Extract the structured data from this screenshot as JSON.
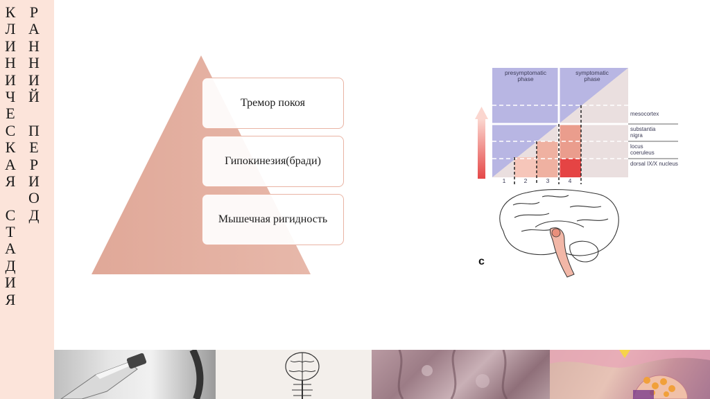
{
  "side_title": {
    "col1_letters": [
      "К",
      "Л",
      "И",
      "Н",
      "И",
      "Ч",
      "Е",
      "С",
      "К",
      "А",
      "Я",
      "",
      "С",
      "Т",
      "А",
      "Д",
      "И",
      "Я"
    ],
    "col2_letters": [
      "Р",
      "А",
      "Н",
      "Н",
      "И",
      "Й",
      "",
      "П",
      "Е",
      "Р",
      "И",
      "О",
      "Д"
    ]
  },
  "pyramid": {
    "levels": [
      {
        "label": "Тремор покоя"
      },
      {
        "label": "Гипокинезия(бради)"
      },
      {
        "label": "Мышечная ригидность"
      }
    ]
  },
  "braak_figure": {
    "phases": [
      "presymptomatic phase",
      "symptomatic phase"
    ],
    "regions": [
      "mesocortex",
      "substantia nigra",
      "locus coeruleus",
      "dorsal IX/X nucleus"
    ],
    "stages": [
      "1",
      "2",
      "3",
      "4"
    ],
    "panel_letter": "c"
  },
  "colors": {
    "side_band": "#fce4da",
    "pyramid": "#e2ac9c",
    "box_border": "#e9b3a3",
    "phase_fill": "#b8b6e3"
  },
  "bottom_images": [
    {
      "icon": "microscope-photo"
    },
    {
      "icon": "brain-spine-drawing"
    },
    {
      "icon": "tissue-micrograph"
    },
    {
      "icon": "synapse-illustration"
    }
  ]
}
